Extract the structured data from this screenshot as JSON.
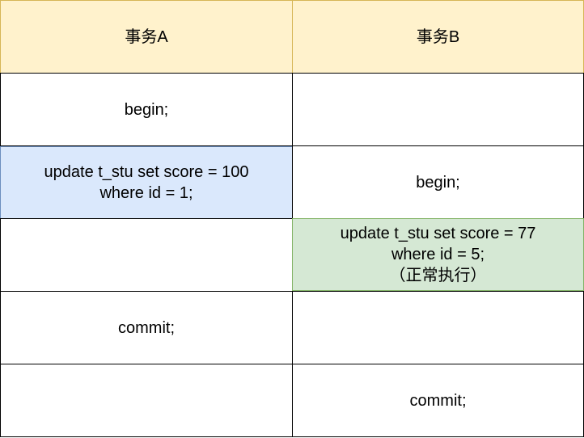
{
  "header": {
    "col_a": "事务A",
    "col_b": "事务B"
  },
  "rows": [
    {
      "a": "begin;",
      "b": ""
    },
    {
      "a": "update t_stu set score = 100\nwhere id = 1;",
      "b": "begin;"
    },
    {
      "a": "",
      "b": "update t_stu set score = 77\nwhere id = 5;\n（正常执行）"
    },
    {
      "a": "commit;",
      "b": ""
    },
    {
      "a": "",
      "b": "commit;"
    }
  ],
  "colors": {
    "header_fill": "#fff2cc",
    "header_border": "#d6b656",
    "highlight_a_fill": "#dae8fc",
    "highlight_a_border": "#6c8ebf",
    "highlight_b_fill": "#d5e8d4",
    "highlight_b_border": "#82b366"
  }
}
